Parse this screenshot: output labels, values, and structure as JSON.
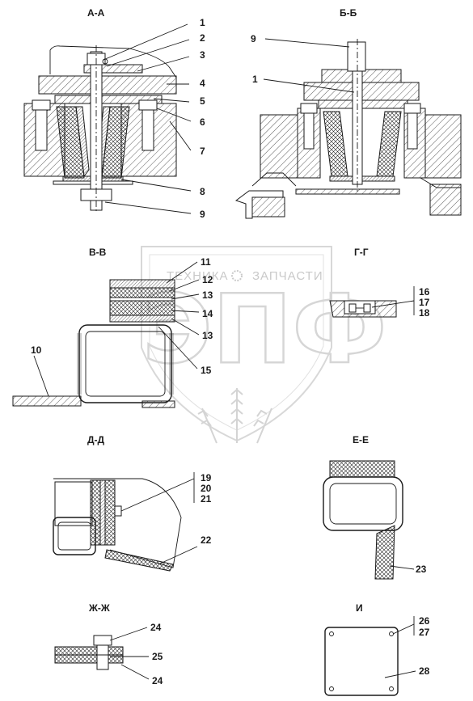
{
  "sections": {
    "aa": {
      "title": "А-А",
      "labels": [
        "1",
        "2",
        "3",
        "4",
        "5",
        "6",
        "7",
        "8",
        "9"
      ]
    },
    "bb": {
      "title": "Б-Б",
      "labels": [
        "9",
        "1"
      ]
    },
    "vv": {
      "title": "В-В",
      "labels": [
        "11",
        "12",
        "13",
        "14",
        "13",
        "15",
        "10"
      ]
    },
    "gg": {
      "title": "Г-Г",
      "labels": [
        "16",
        "17",
        "18"
      ]
    },
    "dd": {
      "title": "Д-Д",
      "labels": [
        "19",
        "20",
        "21",
        "22"
      ]
    },
    "ee": {
      "title": "Е-Е",
      "labels": [
        "23"
      ]
    },
    "zz": {
      "title": "Ж-Ж",
      "labels": [
        "24",
        "25",
        "24"
      ]
    },
    "ii": {
      "title": "И",
      "labels": [
        "26",
        "27",
        "28"
      ]
    }
  },
  "watermark": {
    "text_left": "ТЕХНИКА",
    "text_right": "ЗАПЧАСТИ",
    "logo": "ЭПФ"
  },
  "colors": {
    "ink": "#1a1a1a",
    "hatch": "#333333",
    "watermark": "#d0d0d0"
  }
}
